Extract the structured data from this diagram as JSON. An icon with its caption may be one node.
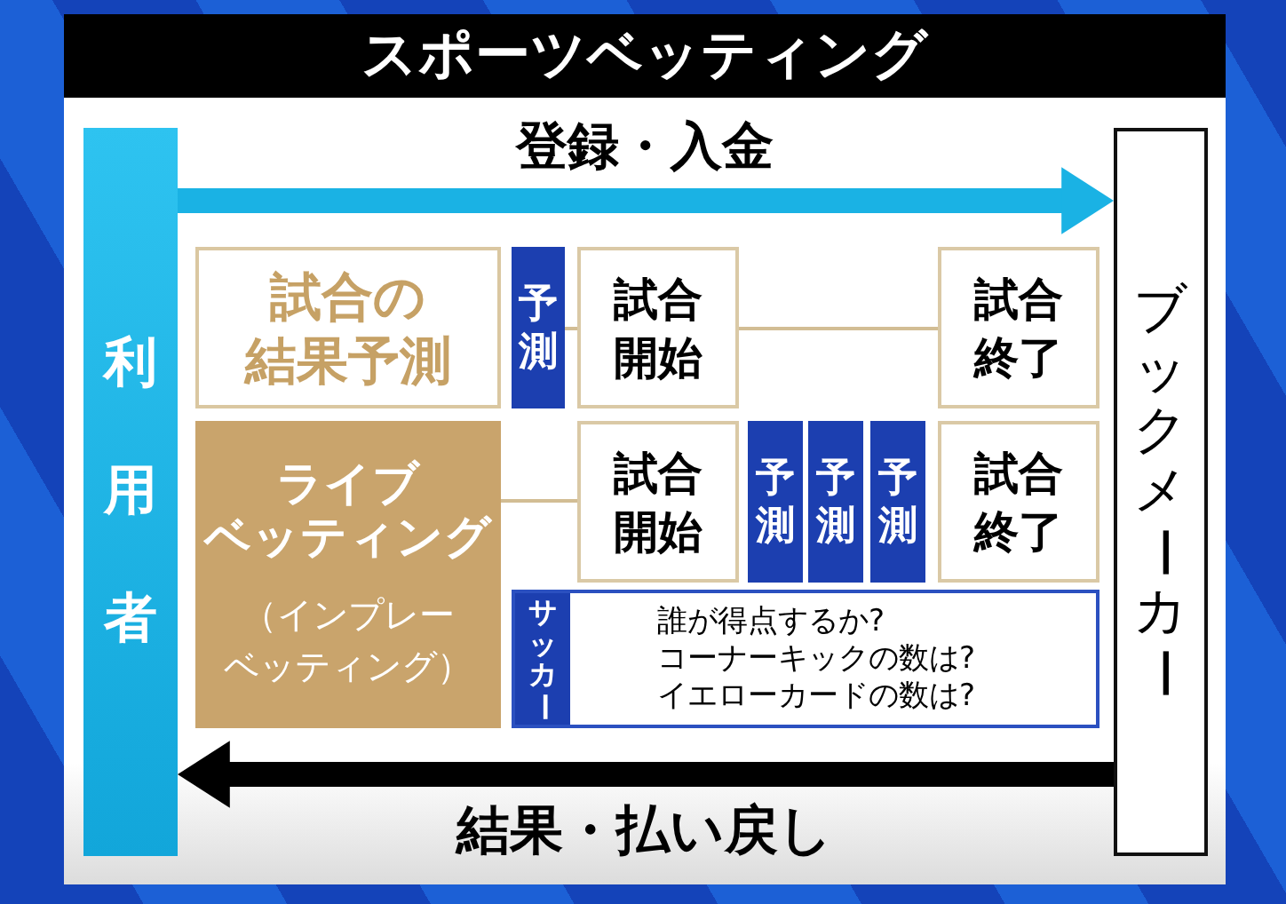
{
  "diagram": {
    "title": "スポーツベッティング",
    "nodes": [
      {
        "text": [
          "利用者"
        ]
      },
      {
        "text": [
          "ブックメーカー"
        ]
      },
      {
        "text": [
          "試合の結果予測"
        ]
      },
      {
        "text": [
          "予測"
        ]
      },
      {
        "text": [
          "試合開始"
        ]
      },
      {
        "text": [
          "試合終了"
        ]
      },
      {
        "text": [
          "ライブベッティング",
          "（インプレーベッティング）"
        ]
      },
      {
        "text": [
          "試合開始"
        ]
      },
      {
        "text": [
          "予測"
        ]
      },
      {
        "text": [
          "予測"
        ]
      },
      {
        "text": [
          "予測"
        ]
      },
      {
        "text": [
          "試合終了"
        ]
      },
      {
        "text": [
          "誰が得点するか?",
          "コーナーキックの数は?",
          "イエローカードの数は?"
        ]
      },
      {
        "text": [
          "サッカー"
        ],
        "in": 12
      }
    ],
    "edges": [
      {
        "from": 0,
        "to": 1,
        "arrow": "to",
        "label": "登録・入金",
        "style": "thick",
        "color": "#1ab2e4"
      },
      {
        "from": 1,
        "to": 0,
        "arrow": "to",
        "label": "結果・払い戻し",
        "style": "thick",
        "color": "#000000"
      },
      {
        "from": 3,
        "to": 4,
        "arrow": "none"
      },
      {
        "from": 4,
        "to": 5,
        "arrow": "none"
      },
      {
        "from": 6,
        "to": 7,
        "arrow": "none"
      }
    ]
  }
}
